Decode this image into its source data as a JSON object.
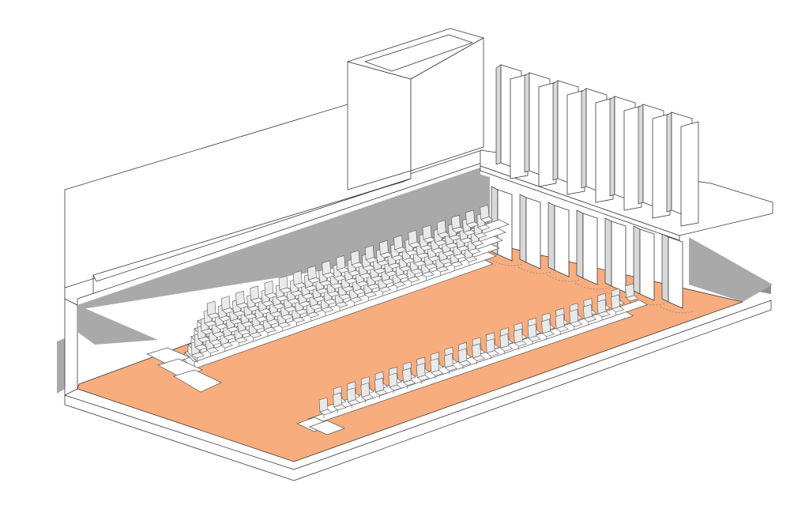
{
  "figure": {
    "kind": "axonometric auditorium model",
    "palette": {
      "floor": "#f7ad7e",
      "wall": "#ffffff",
      "shadow": "#a9a9a9",
      "line": "#3a3a3a",
      "seat": "#f4f4f4"
    },
    "rear_seating": {
      "rows": 6,
      "seats_per_row": 20
    },
    "front_seating": {
      "rows": 2,
      "seats_per_row": 22
    },
    "acoustic_panels": 7
  }
}
